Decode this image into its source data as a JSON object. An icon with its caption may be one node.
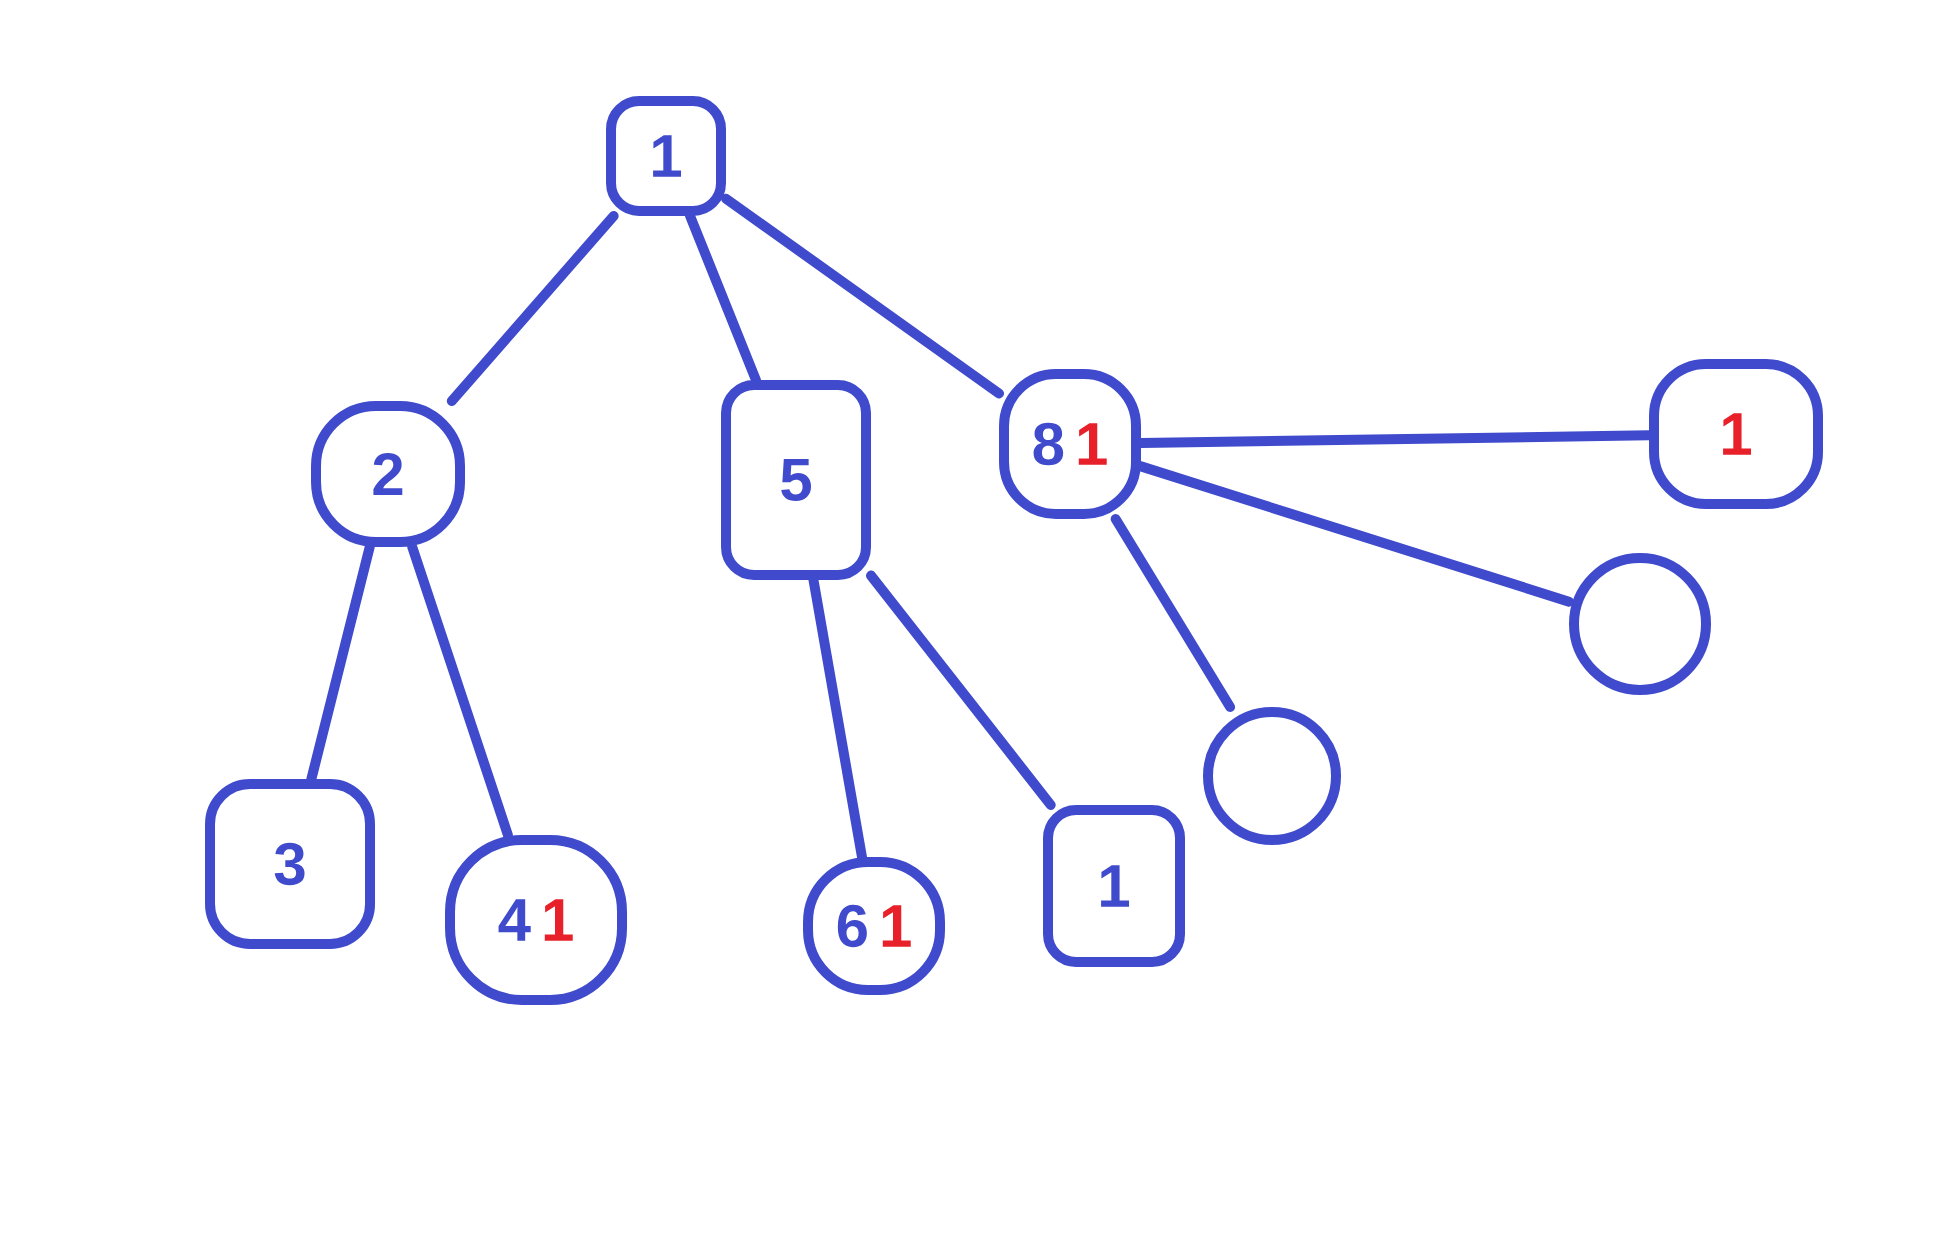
{
  "diagram": {
    "nodes": [
      {
        "text": [
          "1"
        ]
      },
      {
        "text": [
          "2"
        ]
      },
      {
        "text": [
          "5"
        ]
      },
      {
        "text": [
          "8",
          "1"
        ]
      },
      {
        "text": [
          "3"
        ]
      },
      {
        "text": [
          "4",
          "1"
        ]
      },
      {
        "text": [
          "6",
          "1"
        ]
      },
      {
        "text": [
          "1"
        ]
      },
      {
        "text": [],
        "shape": "circle"
      },
      {
        "text": [],
        "shape": "circle"
      },
      {
        "text": [
          "1"
        ]
      }
    ],
    "edges": [
      {
        "from": 0,
        "to": 1,
        "arrow": "none"
      },
      {
        "from": 0,
        "to": 2,
        "arrow": "none"
      },
      {
        "from": 0,
        "to": 3,
        "arrow": "none"
      },
      {
        "from": 1,
        "to": 4,
        "arrow": "none"
      },
      {
        "from": 1,
        "to": 5,
        "arrow": "none"
      },
      {
        "from": 2,
        "to": 6,
        "arrow": "none"
      },
      {
        "from": 2,
        "to": 7,
        "arrow": "none"
      },
      {
        "from": 3,
        "to": 8,
        "arrow": "none"
      },
      {
        "from": 3,
        "to": 9,
        "arrow": "none"
      },
      {
        "from": 3,
        "to": 10,
        "arrow": "none"
      }
    ]
  }
}
